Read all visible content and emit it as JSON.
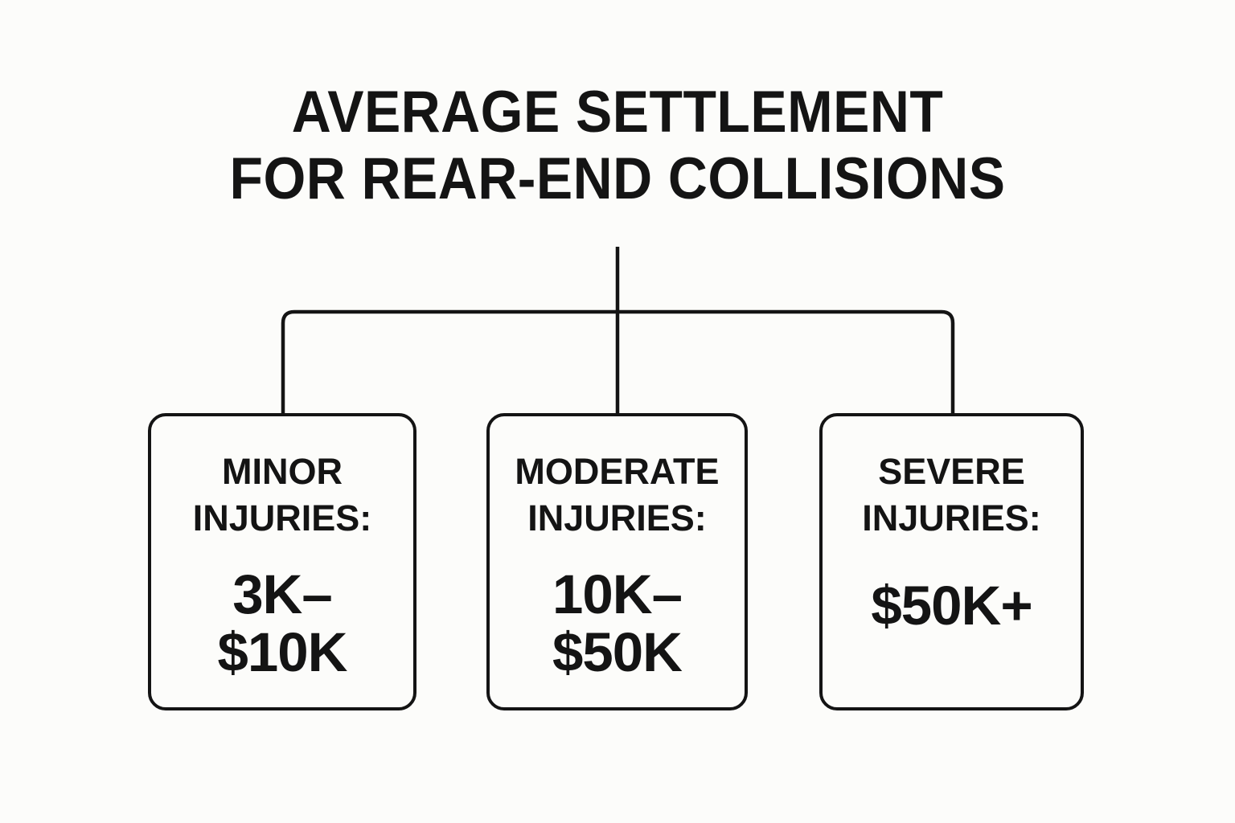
{
  "background_color": "#fcfcfa",
  "ink_color": "#141414",
  "title": {
    "line1": "AVERAGE SETTLEMENT",
    "line2": "FOR REAR-END COLLISIONS",
    "full": "AVERAGE SETTLEMENT FOR REAR-END COLLISIONS"
  },
  "connector": {
    "stem_label": "root-stem",
    "bus_label": "horizontal-bus",
    "branch_count": 3
  },
  "nodes": [
    {
      "id": "minor",
      "label": "MINOR\nINJURIES:",
      "label_line1": "MINOR",
      "label_line2": "INJURIES:",
      "value": "3K–\n$10K",
      "value_line1": "3K–",
      "value_line2": "$10K",
      "value_plain": "3K–$10K"
    },
    {
      "id": "moderate",
      "label": "MODERATE\nINJURIES:",
      "label_line1": "MODERATE",
      "label_line2": "INJURIES:",
      "value": "10K–\n$50K",
      "value_line1": "10K–",
      "value_line2": "$50K",
      "value_plain": "10K–$50K"
    },
    {
      "id": "severe",
      "label": "SEVERE\nINJURIES:",
      "label_line1": "SEVERE",
      "label_line2": "INJURIES:",
      "value": "$50K+",
      "value_line1": "$50K+",
      "value_line2": "",
      "value_plain": "$50K+"
    }
  ]
}
